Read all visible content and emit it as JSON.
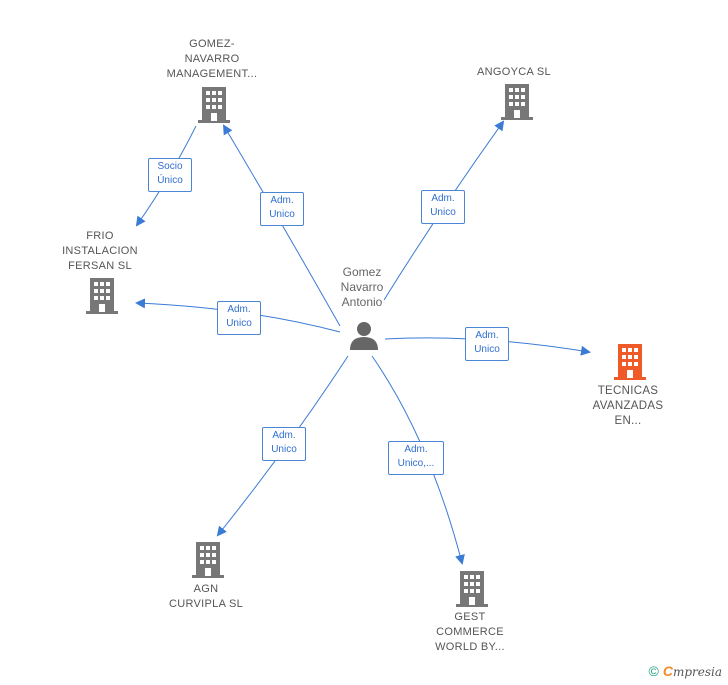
{
  "center": {
    "label": "Gomez\nNavarro\nAntonio",
    "icon": "person-icon"
  },
  "nodes": [
    {
      "id": "gomez",
      "label": "GOMEZ-\nNAVARRO\nMANAGEMENT...",
      "icon": "building-icon",
      "color": "#777777"
    },
    {
      "id": "angoyca",
      "label": "ANGOYCA SL",
      "icon": "building-icon",
      "color": "#777777"
    },
    {
      "id": "frio",
      "label": "FRIO\nINSTALACION\nFERSAN SL",
      "icon": "building-icon",
      "color": "#777777"
    },
    {
      "id": "tecnicas",
      "label": "TECNICAS\nAVANZADAS\nEN...",
      "icon": "building-icon",
      "color": "#f05a28"
    },
    {
      "id": "agn",
      "label": "AGN\nCURVIPLA  SL",
      "icon": "building-icon",
      "color": "#777777"
    },
    {
      "id": "gest",
      "label": "GEST\nCOMMERCE\nWORLD BY...",
      "icon": "building-icon",
      "color": "#777777"
    }
  ],
  "edges": [
    {
      "id": "e-gomez",
      "label": "Adm.\nUnico"
    },
    {
      "id": "e-angoyca",
      "label": "Adm.\nUnico"
    },
    {
      "id": "e-frio",
      "label": "Adm.\nUnico"
    },
    {
      "id": "e-tecnicas",
      "label": "Adm.\nUnico"
    },
    {
      "id": "e-agn",
      "label": "Adm.\nUnico"
    },
    {
      "id": "e-gest",
      "label": "Adm.\nUnico,..."
    },
    {
      "id": "e-socio",
      "label": "Socio\nÚnico"
    }
  ],
  "colors": {
    "edge": "#3a7bd5",
    "building": "#777777",
    "highlight": "#f05a28"
  },
  "footer": {
    "copyright": "©",
    "brand_initial": "C",
    "brand_rest": "mpresia"
  }
}
